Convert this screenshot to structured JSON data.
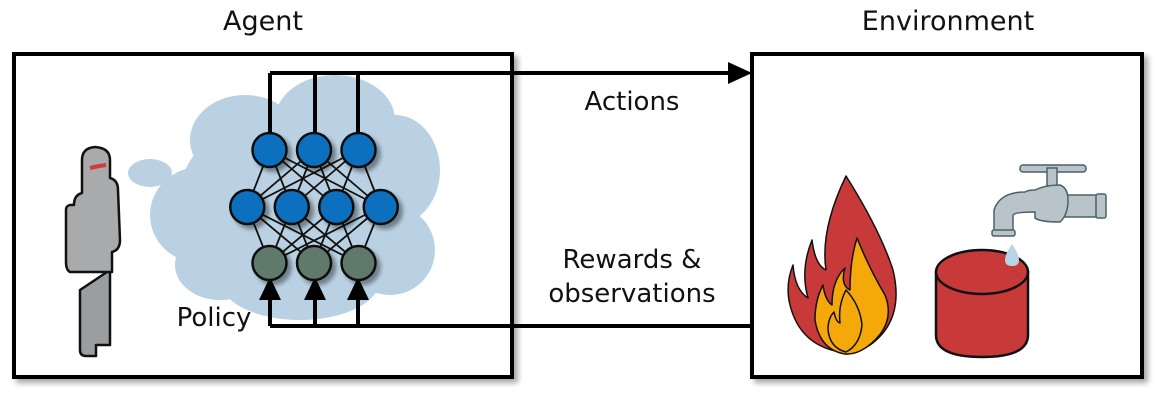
{
  "diagram": {
    "agent": {
      "title": "Agent",
      "policy_label": "Policy"
    },
    "environment": {
      "title": "Environment"
    },
    "edges": {
      "actions_label": "Actions",
      "rewards_label_line1": "Rewards &",
      "rewards_label_line2": "observations"
    },
    "network": {
      "layers": [
        {
          "name": "output",
          "nodes": 3,
          "color": "#0b6fbf"
        },
        {
          "name": "hidden",
          "nodes": 4,
          "color": "#0b6fbf"
        },
        {
          "name": "input",
          "nodes": 3,
          "color": "#5f7a6a"
        }
      ]
    },
    "icons": [
      "robot-figure-icon",
      "thought-cloud-icon",
      "fire-icon",
      "water-bucket-icon",
      "faucet-icon",
      "water-drop-icon"
    ],
    "colors": {
      "node_blue": "#0b6fbf",
      "node_green": "#5f7a6a",
      "cloud": "#b9d1e2",
      "fire_red": "#c8393a",
      "fire_orange": "#f4a80a",
      "bucket_red": "#c8393a",
      "faucet_gray": "#b9c4ca",
      "robot_gray": "#a8aaac",
      "visor_red": "#d23a3a"
    }
  }
}
